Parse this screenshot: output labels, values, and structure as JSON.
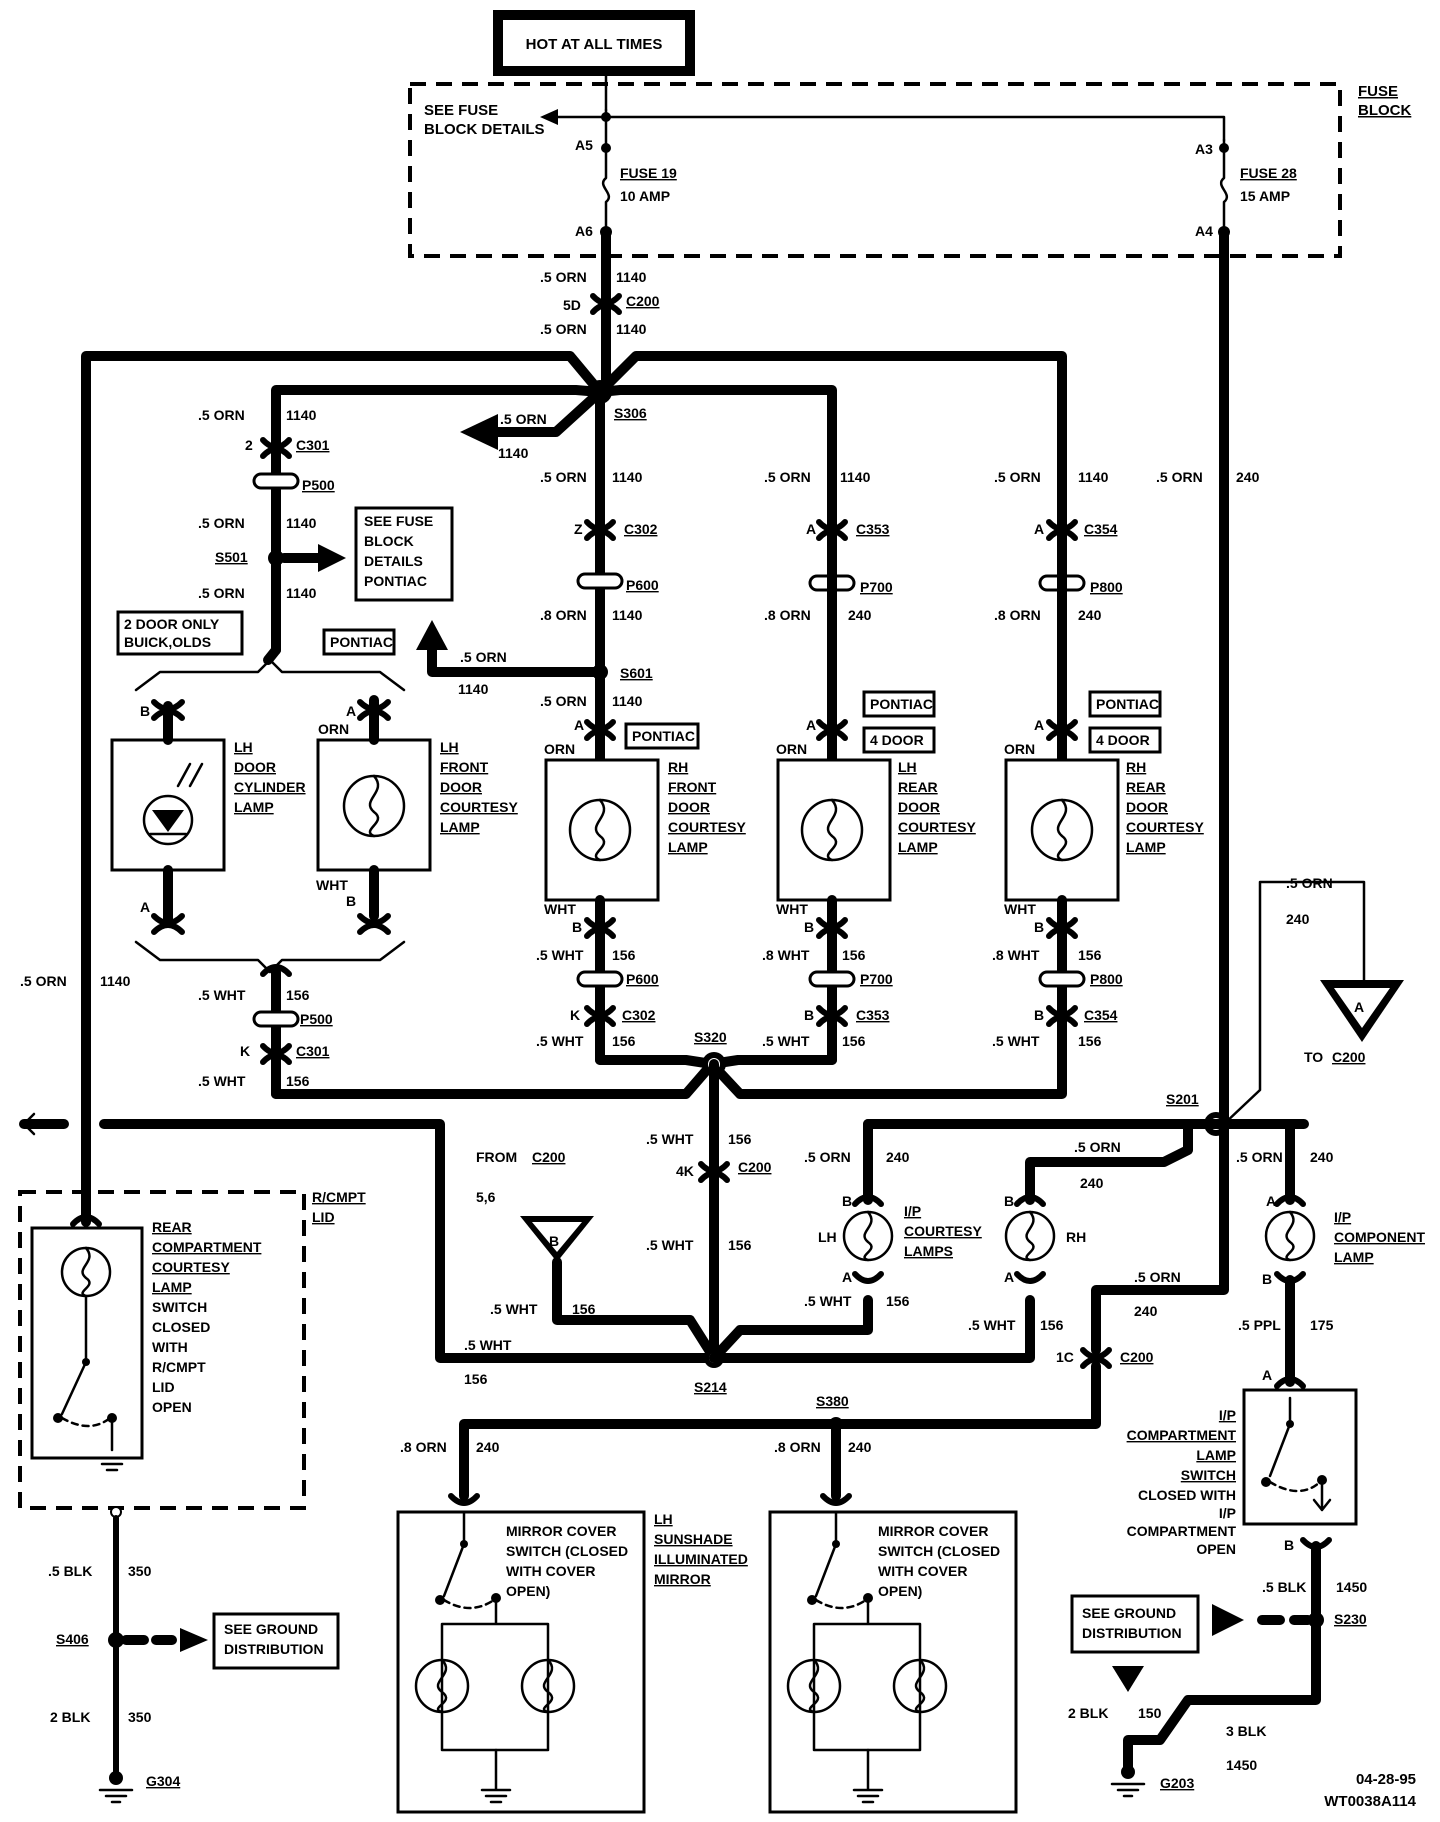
{
  "header": {
    "hot": "HOT AT ALL TIMES"
  },
  "fuse_block": {
    "label1": "FUSE",
    "label2": "BLOCK",
    "see1": "SEE FUSE",
    "see2": "BLOCK DETAILS",
    "a5": "A5",
    "a6": "A6",
    "a3": "A3",
    "a4": "A4",
    "f19_name": "FUSE 19",
    "f19_amp": "10 AMP",
    "f28_name": "FUSE 28",
    "f28_amp": "15 AMP"
  },
  "wires": {
    "orn_5": ".5 ORN",
    "orn_8": ".8 ORN",
    "wht_5": ".5 WHT",
    "wht_8": ".8 WHT",
    "n1140": "1140",
    "n240": "240",
    "n156": "156",
    "blk_5": ".5 BLK",
    "blk_2": "2 BLK",
    "blk_3": "3 BLK",
    "ppl_5": ".5 PPL",
    "n175": "175",
    "n350": "350",
    "n1450": "1450",
    "n150": "150"
  },
  "connectors": {
    "c200": "C200",
    "c301": "C301",
    "c302": "C302",
    "c353": "C353",
    "c354": "C354",
    "p500": "P500",
    "p600": "P600",
    "p700": "P700",
    "p800": "P800",
    "pin_5d": "5D",
    "pin_2": "2",
    "pin_z": "Z",
    "pin_a": "A",
    "pin_b": "B",
    "pin_k": "K",
    "pin_4k": "4K",
    "pin_1c": "1C",
    "pin_56": "5,6"
  },
  "splices": {
    "s306": "S306",
    "s501a": "S501",
    "s501b": "S601",
    "s320": "S320",
    "s201": "S201",
    "s214": "S214",
    "s380": "S380",
    "s406": "S406",
    "s230": "S230",
    "g304": "G304",
    "g203": "G203"
  },
  "notes": {
    "see_fuse": [
      "SEE FUSE",
      "BLOCK",
      "DETAILS",
      "PONTIAC"
    ],
    "door_only": [
      "2 DOOR ONLY",
      "BUICK,OLDS"
    ],
    "pontiac": "PONTIAC",
    "four_door": "4 DOOR",
    "see_ground": [
      "SEE GROUND",
      "DISTRIBUTION"
    ],
    "from_c200": "FROM",
    "to_c200": "TO",
    "rcmpt": [
      "R/CMPT",
      "LID"
    ],
    "orn": "ORN",
    "wht": "WHT",
    "lh": "LH",
    "rh": "RH",
    "date": "04-28-95",
    "code": "WT0038A114"
  },
  "components": {
    "lh_door_cyl": [
      "LH",
      "DOOR",
      "CYLINDER",
      "LAMP"
    ],
    "lh_front": [
      "LH",
      "FRONT",
      "DOOR",
      "COURTESY",
      "LAMP"
    ],
    "rh_front": [
      "RH",
      "FRONT",
      "DOOR",
      "COURTESY",
      "LAMP"
    ],
    "lh_rear": [
      "LH",
      "REAR",
      "DOOR",
      "COURTESY",
      "LAMP"
    ],
    "rh_rear": [
      "RH",
      "REAR",
      "DOOR",
      "COURTESY",
      "LAMP"
    ],
    "rear_cmpt": [
      "REAR",
      "COMPARTMENT",
      "COURTESY",
      "LAMP"
    ],
    "rear_cmpt_sw": [
      "SWITCH",
      "CLOSED",
      "WITH",
      "R/CMPT",
      "LID",
      "OPEN"
    ],
    "ip_courtesy": [
      "I/P",
      "COURTESY",
      "LAMPS"
    ],
    "ip_component": [
      "I/P",
      "COMPONENT",
      "LAMP"
    ],
    "ip_cmpt_sw": [
      "I/P",
      "COMPARTMENT",
      "LAMP",
      "SWITCH"
    ],
    "ip_cmpt_sw_note": [
      "CLOSED WITH",
      "I/P",
      "COMPARTMENT",
      "OPEN"
    ],
    "mirror_sw": [
      "MIRROR COVER",
      "SWITCH (CLOSED",
      "WITH COVER",
      "OPEN)"
    ],
    "lh_sunshade": [
      "LH",
      "SUNSHADE",
      "ILLUMINATED",
      "MIRROR"
    ]
  }
}
